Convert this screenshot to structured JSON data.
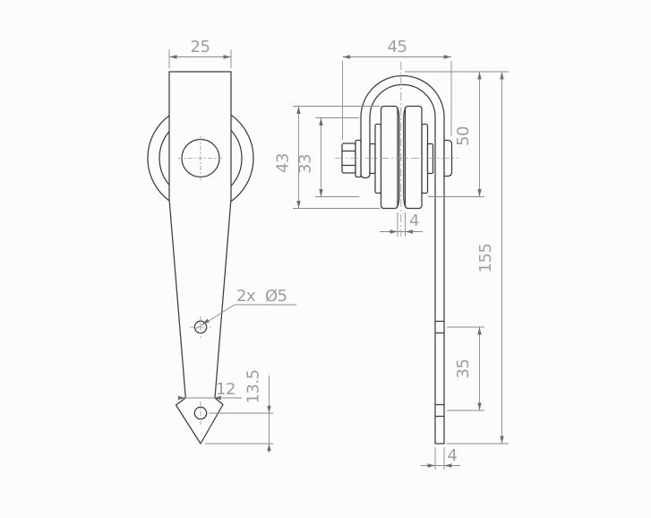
{
  "drawing": {
    "kind": "technical-drawing",
    "part_name": "door roller hanger bracket with pulley wheel",
    "units_note": "",
    "colors": {
      "background": "#fcfcfc",
      "part_outline": "#3c3c3c",
      "dimension_lines": "#8a8a8a",
      "dimension_text": "#9e9e9e",
      "centerline": "#9a9a9a"
    },
    "front_view": {
      "dims": {
        "top_width": "25",
        "holes_count": "2x",
        "holes_diameter": "Ø5",
        "neck_width": "12",
        "tip_height": "13.5"
      }
    },
    "side_view": {
      "dims": {
        "overall_width": "45",
        "wheel_diameter": "43",
        "hub_diameter": "33",
        "bracket_height": "50",
        "groove_width": "4",
        "strap_length": "155",
        "hole_spacing": "35",
        "strap_thickness": "4"
      }
    }
  }
}
